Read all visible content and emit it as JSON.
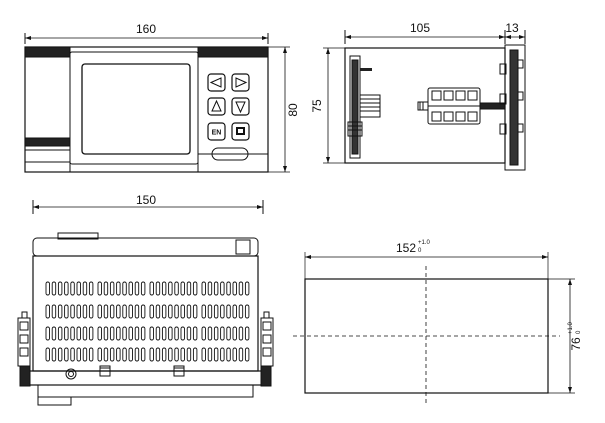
{
  "dimensions": {
    "front_width": "160",
    "front_height": "80",
    "side_depth": "105",
    "side_panel": "13",
    "side_height": "75",
    "bottom_width": "150",
    "cutout_width": "152",
    "cutout_width_tol_upper": "+1.0",
    "cutout_width_tol_lower": "0",
    "cutout_height": "76",
    "cutout_height_tol_upper": "+1.0",
    "cutout_height_tol_lower": "0"
  },
  "keypad": {
    "enter_label": "EN"
  },
  "icons": [
    "left-arrow-icon",
    "right-arrow-icon",
    "up-arrow-icon",
    "down-arrow-icon",
    "enter-key-icon",
    "return-key-icon"
  ]
}
